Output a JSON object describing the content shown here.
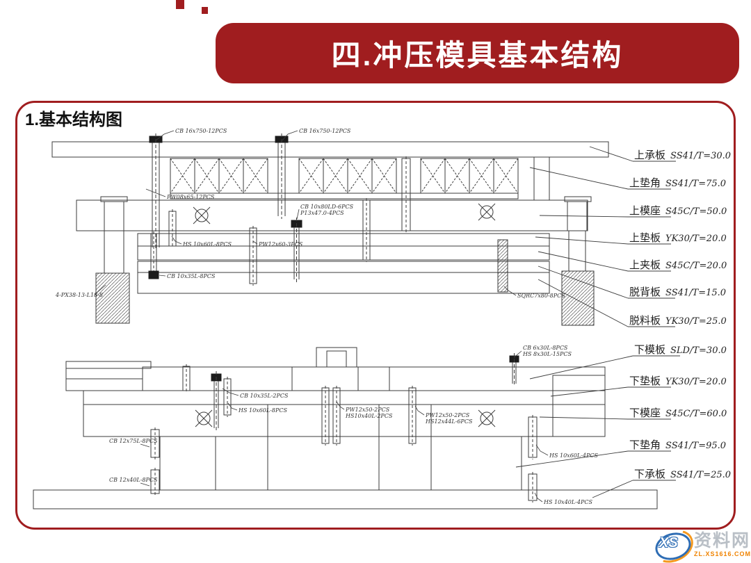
{
  "header": {
    "title": "四.冲压模具基本结构",
    "banner_color": "#a01d1f"
  },
  "content": {
    "heading": "1.基本结构图",
    "border_color": "#a01d1f"
  },
  "diagram": {
    "part_labels": [
      {
        "name": "上承板",
        "spec": "SS41/T=30.0"
      },
      {
        "name": "上垫角",
        "spec": "SS41/T=75.0"
      },
      {
        "name": "上模座",
        "spec": "S45C/T=50.0"
      },
      {
        "name": "上垫板",
        "spec": "YK30/T=20.0"
      },
      {
        "name": "上夹板",
        "spec": "S45C/T=20.0"
      },
      {
        "name": "脱背板",
        "spec": "SS41/T=15.0"
      },
      {
        "name": "脱料板",
        "spec": "YK30/T=25.0"
      },
      {
        "name": "下模板",
        "spec": "SLD/T=30.0"
      },
      {
        "name": "下垫板",
        "spec": "YK30/T=20.0"
      },
      {
        "name": "下模座",
        "spec": "S45C/T=60.0"
      },
      {
        "name": "下垫角",
        "spec": "SS41/T=95.0"
      },
      {
        "name": "下承板",
        "spec": "SS41/T=25.0"
      }
    ],
    "annotations": [
      {
        "lines": [
          "CB 16x750-12PCS"
        ]
      },
      {
        "lines": [
          "CB 16x750-12PCS"
        ]
      },
      {
        "lines": [
          "PW08x65-12PCS"
        ]
      },
      {
        "lines": [
          "CB 10x80LD-6PCS",
          "P13x47.0-4PCS"
        ]
      },
      {
        "lines": [
          "PW12x60-3PCS"
        ]
      },
      {
        "lines": [
          "HS 10x60L-8PCS"
        ]
      },
      {
        "lines": [
          "CB 10x35L-8PCS"
        ]
      },
      {
        "lines": [
          "4-PX38-13-L18-8"
        ]
      },
      {
        "lines": [
          "SQRC7x80-8PCS"
        ]
      },
      {
        "lines": [
          "CB 6x30L-8PCS",
          "HS 8x30L-15PCS"
        ]
      },
      {
        "lines": [
          "CB 10x35L-2PCS"
        ]
      },
      {
        "lines": [
          "HS 10x60L-8PCS"
        ]
      },
      {
        "lines": [
          "PW12x50-2PCS",
          "HS10x40L-2PCS"
        ]
      },
      {
        "lines": [
          "PW12x50-2PCS",
          "HS12x44L-6PCS"
        ]
      },
      {
        "lines": [
          "CB 12x75L-8PCS"
        ]
      },
      {
        "lines": [
          "CB 12x40L-8PCS"
        ]
      },
      {
        "lines": [
          "HS 10x60L-4PCS"
        ]
      },
      {
        "lines": [
          "HS 10x40L-4PCS"
        ]
      }
    ]
  },
  "watermark": {
    "logo_text": "XS",
    "site_name": "资料网",
    "site_url": "ZL.XS1616.COM",
    "accent_orange": "#f08300",
    "accent_blue": "#2e6db4"
  }
}
